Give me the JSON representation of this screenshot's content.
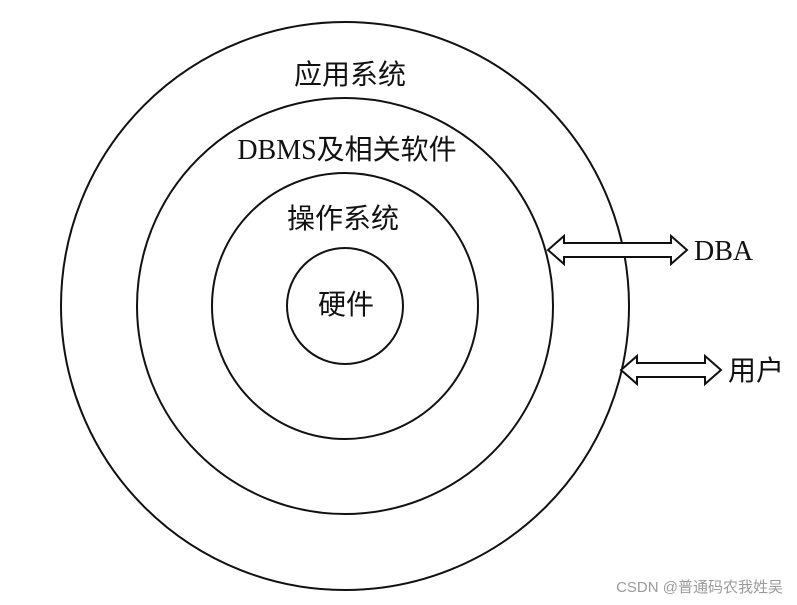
{
  "diagram": {
    "layers": [
      {
        "label": "应用系统"
      },
      {
        "label": "DBMS及相关软件"
      },
      {
        "label": "操作系统"
      },
      {
        "label": "硬件"
      }
    ],
    "arrows": [
      {
        "label": "DBA"
      },
      {
        "label": "用户"
      }
    ],
    "stroke_color": "#111111",
    "background_color": "#ffffff"
  },
  "watermark": {
    "text": "CSDN @普通码农我姓吴",
    "color": "#9a9a9a"
  }
}
